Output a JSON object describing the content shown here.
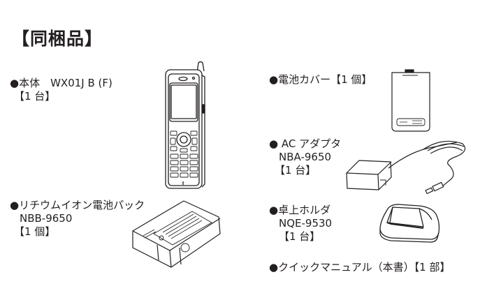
{
  "title": "【同梱品】",
  "items": [
    {
      "name": "●本体　WX01J B (F)",
      "qty": "【1 台】"
    },
    {
      "name": "●リチウムイオン電池パック",
      "model": "NBB-9650",
      "qty": "【1 個】"
    },
    {
      "name": "●電池カバー【1 個】"
    },
    {
      "name": "● AC アダプタ",
      "model": "NBA-9650",
      "qty": "【1 台】"
    },
    {
      "name": "●卓上ホルダ",
      "model": "NQE-9530",
      "qty": "【1 台】"
    },
    {
      "name": "●クイックマニュアル（本書）【1 部】"
    }
  ],
  "illustrations": {
    "phone": "handset-illustration",
    "battery": "battery-pack-illustration",
    "cover": "battery-cover-illustration",
    "adapter": "ac-adapter-illustration",
    "holder": "desktop-holder-illustration"
  },
  "colors": {
    "ink": "#231f20",
    "background": "#ffffff"
  }
}
